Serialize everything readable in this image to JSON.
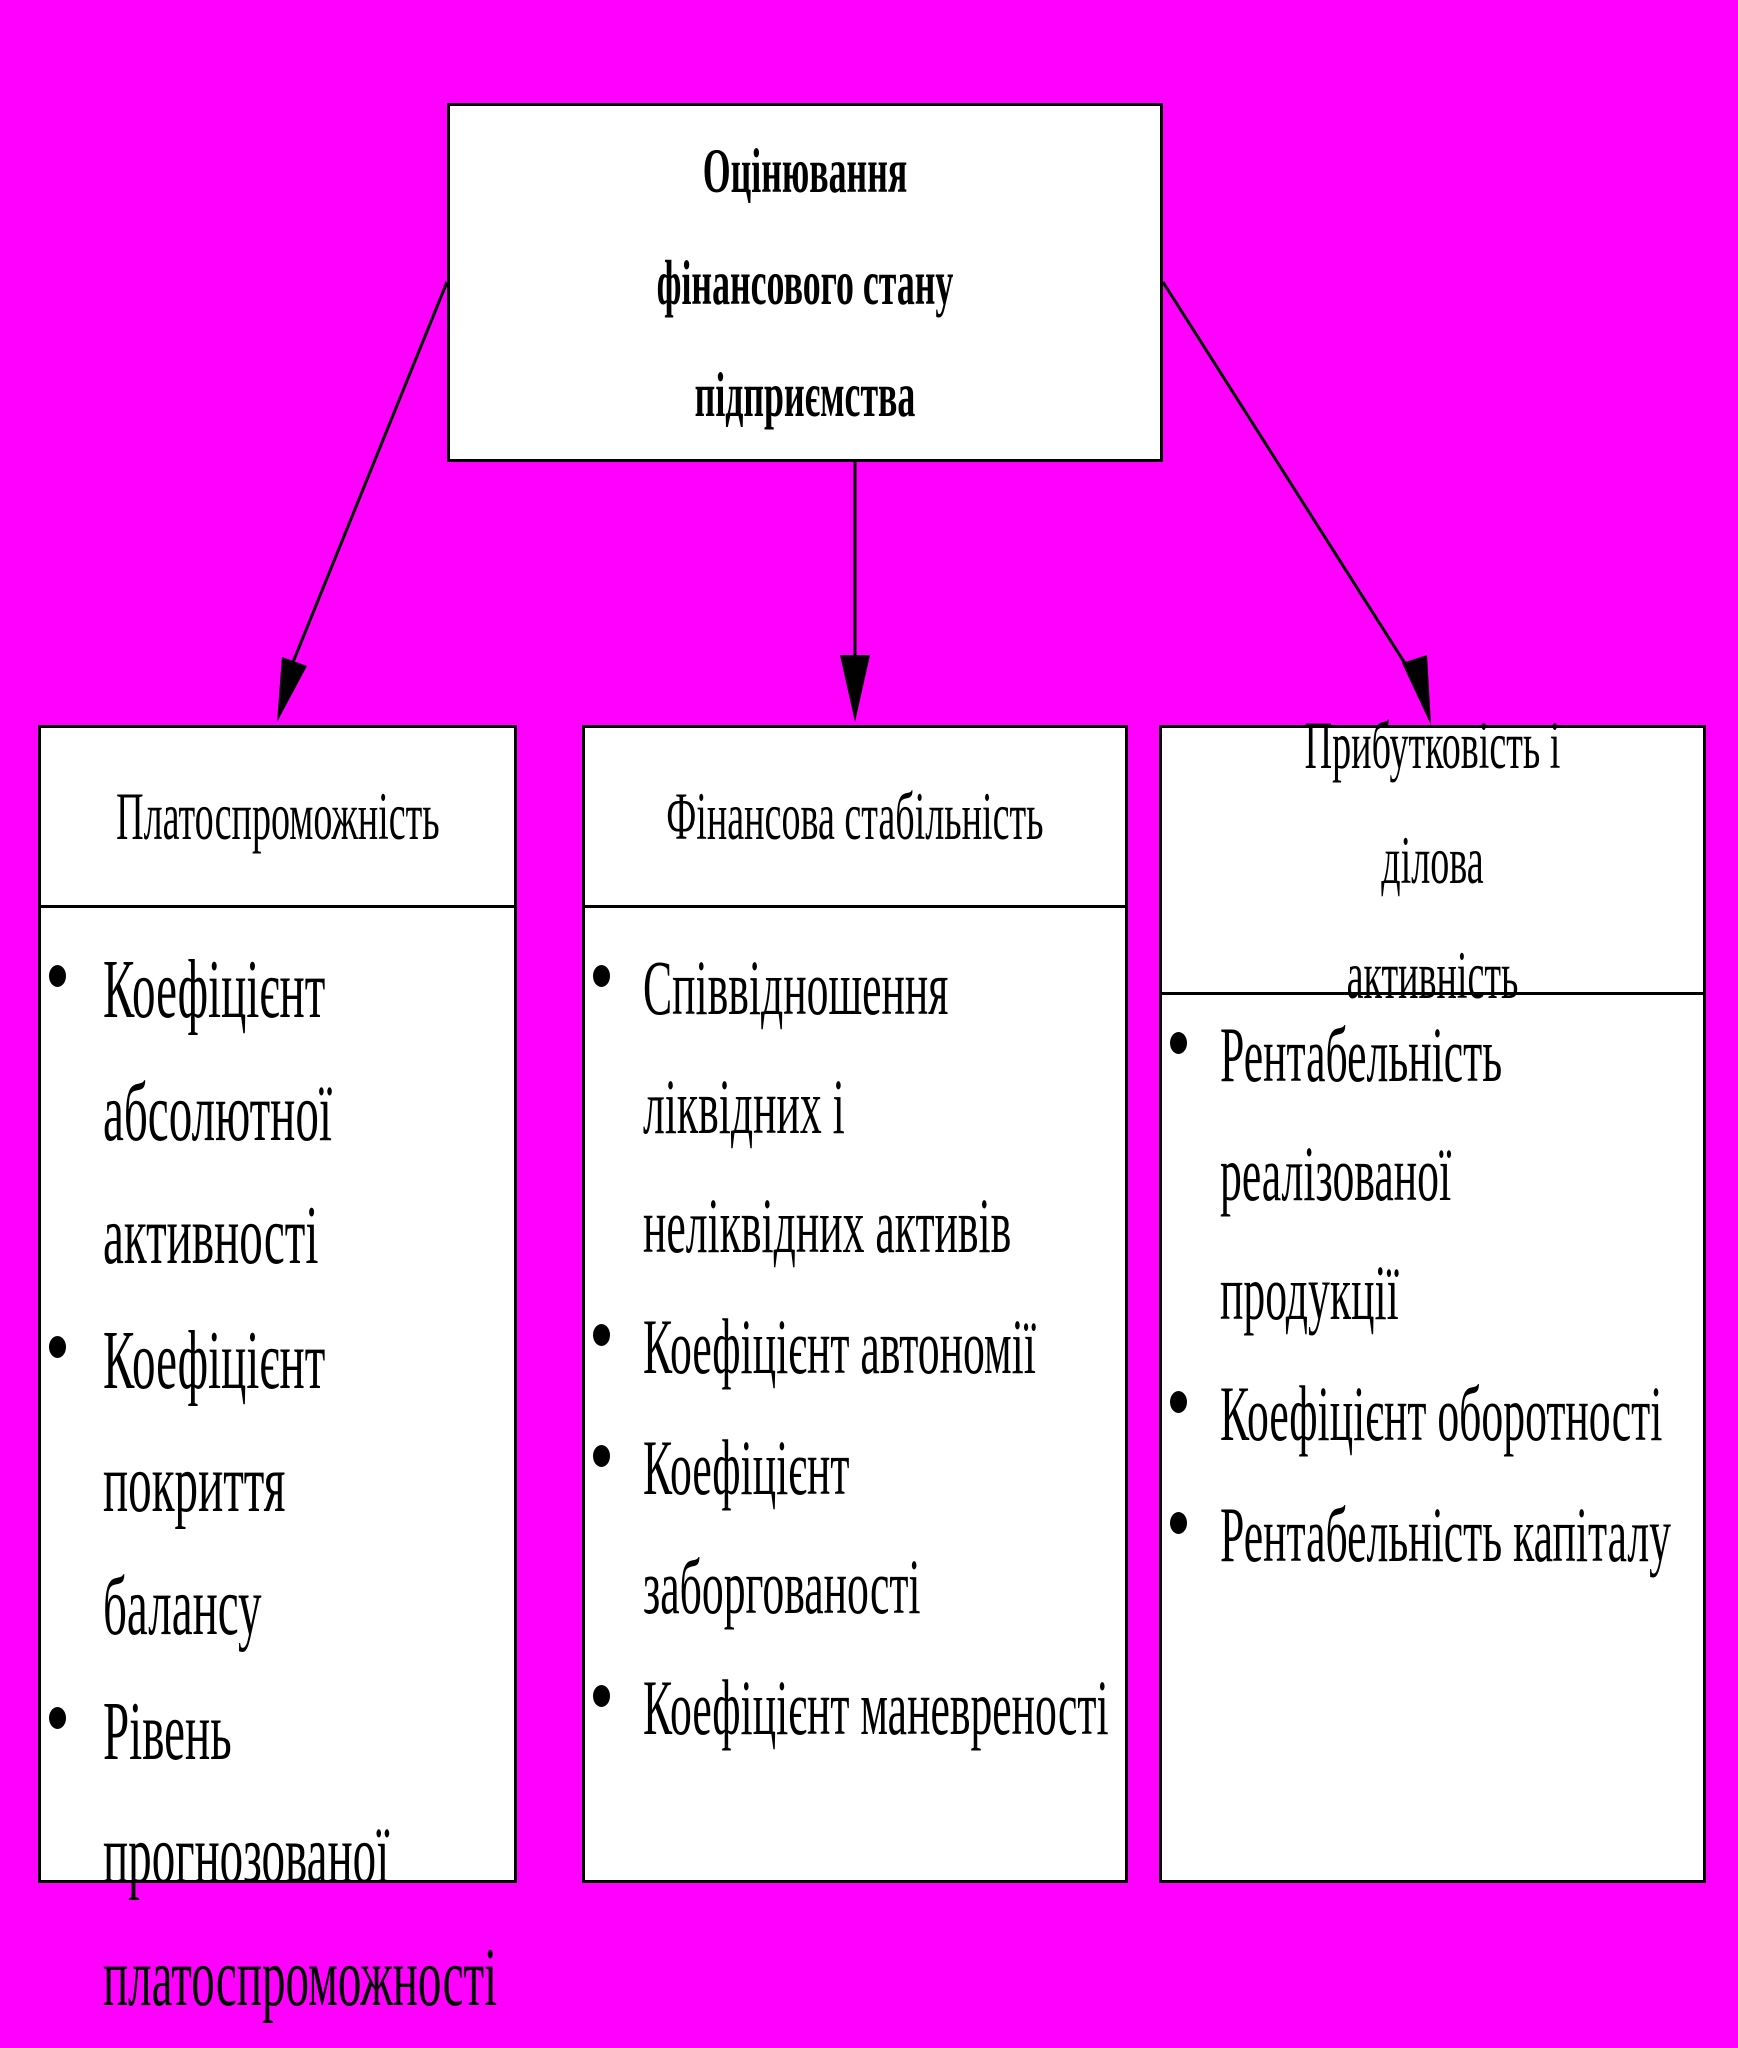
{
  "root": {
    "title": "Оцінювання фінансового  стану\nпідприємства"
  },
  "branches": [
    {
      "title": "Платоспроможність",
      "items": [
        "Коефіцієнт\nабсолютної активності",
        "Коефіцієнт покриття\nбалансу",
        "Рівень прогнозованої\nплатоспроможності"
      ]
    },
    {
      "title": "Фінансова стабільність",
      "items": [
        "Співвідношення  ліквідних  і\nнеліквідних активів",
        "Коефіцієнт автономії",
        "Коефіцієнт заборгованості",
        "Коефіцієнт маневреності"
      ]
    },
    {
      "title": "Прибутковість і ділова\nактивність",
      "items": [
        "Рентабельність   реалізованої\nпродукції",
        "Коефіцієнт оборотності",
        "Рентабельність капіталу"
      ]
    }
  ],
  "colors": {
    "background": "#ff00ff",
    "box": "#ffffff",
    "line": "#000000"
  }
}
